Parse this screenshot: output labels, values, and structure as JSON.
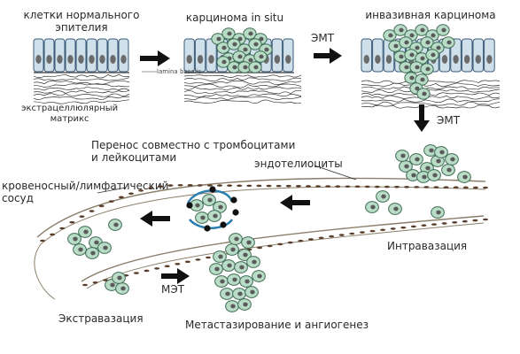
{
  "colors": {
    "cell_fill": "#cfe0ea",
    "cell_stroke": "#3a5a78",
    "nucleus": "#6b6b6b",
    "tumor_fill": "#b8dcc6",
    "tumor_stroke": "#3f6b55",
    "tumor_nucleus": "#5a5a5a",
    "platelet": "#111111",
    "leukocyte": "#2a7fb0",
    "vessel_stroke": "#8a7f6a",
    "endothelial": "#5a3e2b",
    "arrow": "#111111"
  },
  "labels": {
    "normal_epithelium": "клетки нормального\nэпителия",
    "carcinoma_in_situ": "карцинома in situ",
    "invasive_carcinoma": "инвазивная карцинома",
    "lamina_basalis": "lamina basalis",
    "extracellular_matrix": "экстрацеллюлярный\nматрикс",
    "emt_top": "ЭМТ",
    "emt_right": "ЭМТ",
    "transport": "Перенос совместно с тромбоцитами\nи лейкоцитами",
    "endotheliocytes": "эндотелиоциты",
    "vessel": "кровеносный/лимфатический\nсосуд",
    "intravasation": "Интравазация",
    "met": "МЭТ",
    "extravasation": "Экстравазация",
    "metastasis": "Метастазирование и ангиогенез"
  }
}
